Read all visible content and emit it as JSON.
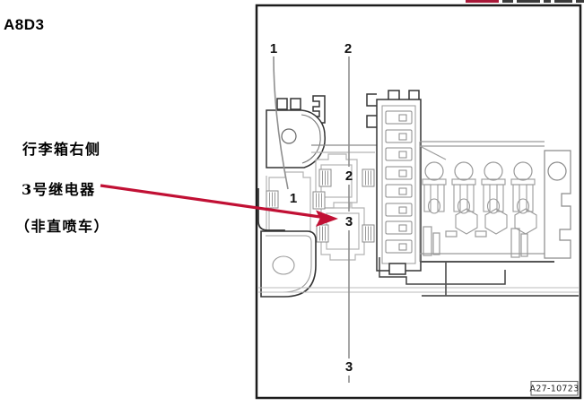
{
  "header": {
    "component_code": "A8D3"
  },
  "annotation": {
    "line1": "行李箱右侧",
    "line2": "3号继电器",
    "line3": "（非直喷车）"
  },
  "diagram": {
    "callout_top_1": "1",
    "callout_top_2": "2",
    "callout_inner_1": "1",
    "callout_inner_2": "2",
    "callout_inner_3": "3",
    "callout_bottom_3": "3",
    "figure_id": "A27-10723"
  },
  "colors": {
    "arrow": "#c11034",
    "frame": "#1c1c1c"
  }
}
